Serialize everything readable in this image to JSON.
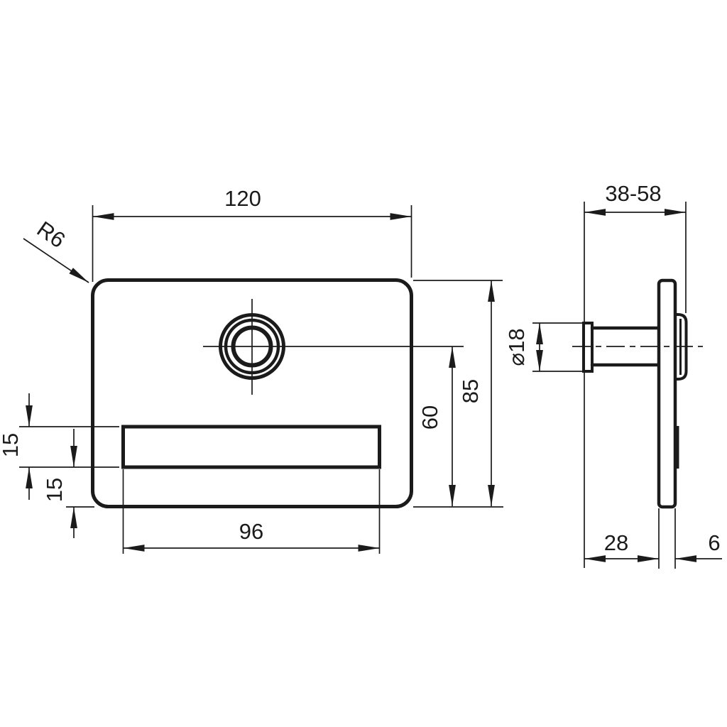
{
  "front_view": {
    "width": "120",
    "corner_radius": "R6",
    "slot_height": "15",
    "slot_bottom_offset": "15",
    "slot_length": "96",
    "hole_center_to_bottom": "60",
    "height": "85"
  },
  "side_view": {
    "mounting_depth_range": "38-58",
    "stem_diameter": "⌀18",
    "projection": "28",
    "plate_thickness": "6"
  },
  "colors": {
    "line": "#1b1b1b",
    "background": "#ffffff"
  }
}
